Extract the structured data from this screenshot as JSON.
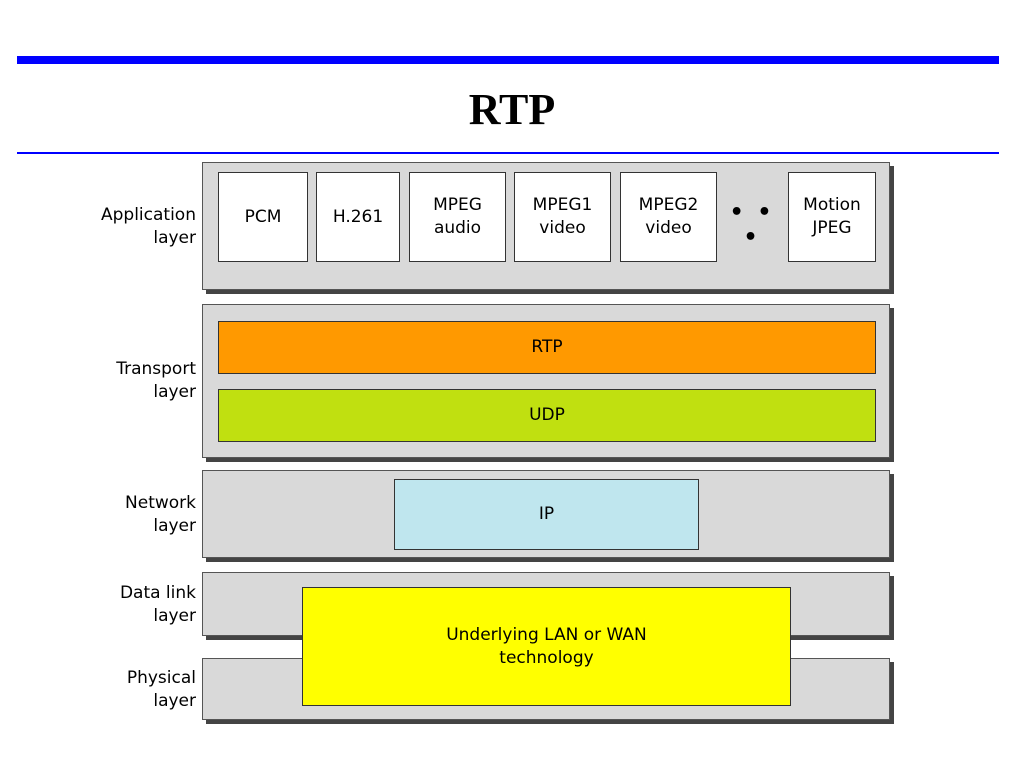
{
  "title": "RTP",
  "layers": {
    "application": "Application\nlayer",
    "transport": "Transport\nlayer",
    "network": "Network\nlayer",
    "datalink": "Data link\nlayer",
    "physical": "Physical\nlayer"
  },
  "application_protocols": [
    "PCM",
    "H.261",
    "MPEG\naudio",
    "MPEG1\nvideo",
    "MPEG2\nvideo",
    "• • •",
    "Motion\nJPEG"
  ],
  "transport_protocols": {
    "rtp": "RTP",
    "udp": "UDP"
  },
  "network_protocol": "IP",
  "lower_layers": "Underlying LAN or WAN\ntechnology",
  "colors": {
    "rule": "#0000ff",
    "rtp": "#ff9900",
    "udp": "#c0e010",
    "ip": "#bfe6ee",
    "lan_wan": "#ffff00",
    "band": "#d9d9d9"
  }
}
